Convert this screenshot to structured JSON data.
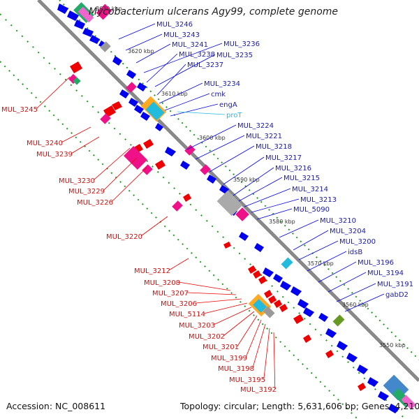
{
  "title": "Mycobacterium ulcerans Agy99, complete genome",
  "footer": {
    "accession": "Accession: NC_008611",
    "topology": "Topology: circular; Length: 5,631,606 bp; Genes: 4,210"
  },
  "colors": {
    "forward": "#0000ee",
    "reverse": "#ee0000",
    "cyan": "#22bbdd",
    "pink": "#ee1188",
    "green": "#229922",
    "backbone": "#888888"
  },
  "ticks": [
    "3630 kbp",
    "3620 kbp",
    "3610 kbp",
    "3600 kbp",
    "3590 kbp",
    "3580 kbp",
    "3570 kbp",
    "3560 kbp",
    "3550 kbp"
  ],
  "right_labels": [
    "MUL_3246",
    "MUL_3243",
    "MUL_3241",
    "MUL_3236",
    "MUL_3238",
    "MUL_3235",
    "MUL_3237",
    "MUL_3234",
    "cmk",
    "engA",
    "proT",
    "MUL_3224",
    "MUL_3221",
    "MUL_3218",
    "MUL_3217",
    "MUL_3216",
    "MUL_3215",
    "MUL_3214",
    "MUL_3213",
    "MUL_5090",
    "MUL_3210",
    "MUL_3204",
    "MUL_3200",
    "idsB",
    "MUL_3196",
    "MUL_3194",
    "MUL_3191",
    "gabD2"
  ],
  "left_labels": [
    "MUL_3245",
    "MUL_3240",
    "MUL_3239",
    "MUL_3230",
    "MUL_3229",
    "MUL_3226",
    "MUL_3220",
    "MUL_3212",
    "MUL_3208",
    "MUL_3207",
    "MUL_3206",
    "MUL_5114",
    "MUL_3203",
    "MUL_3202",
    "MUL_3201",
    "MUL_3199",
    "MUL_3198",
    "MUL_3195",
    "MUL_3192"
  ]
}
